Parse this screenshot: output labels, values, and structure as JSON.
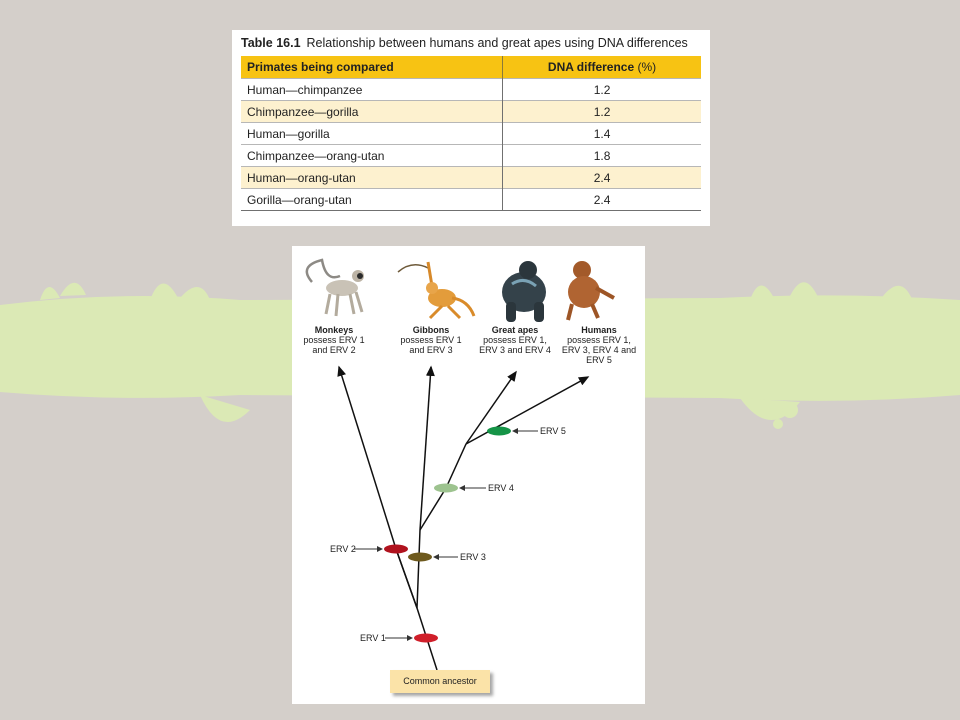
{
  "colors": {
    "slide_bg": "#d4cfca",
    "green_band": "#dbe9b5",
    "table_header": "#f7c313",
    "table_shade": "#fdf1cf",
    "ancestor_box": "#fbe3a8"
  },
  "table": {
    "number": "Table 16.1",
    "caption": "Relationship between humans and great apes using DNA differences",
    "header_col1": "Primates being compared",
    "header_col2": "DNA difference",
    "header_col2_unit": "(%)",
    "rows": [
      {
        "pair": "Human—chimpanzee",
        "value": "1.2",
        "shaded": false
      },
      {
        "pair": "Chimpanzee—gorilla",
        "value": "1.2",
        "shaded": true
      },
      {
        "pair": "Human—gorilla",
        "value": "1.4",
        "shaded": false
      },
      {
        "pair": "Chimpanzee—orang-utan",
        "value": "1.8",
        "shaded": false
      },
      {
        "pair": "Human—orang-utan",
        "value": "2.4",
        "shaded": true
      },
      {
        "pair": "Gorilla—orang-utan",
        "value": "2.4",
        "shaded": false
      }
    ]
  },
  "diagram": {
    "groups": [
      {
        "name": "Monkeys",
        "desc1": "possess ERV 1",
        "desc2": "and ERV 2",
        "desc3": ""
      },
      {
        "name": "Gibbons",
        "desc1": "possess ERV 1",
        "desc2": "and ERV 3",
        "desc3": ""
      },
      {
        "name": "Great apes",
        "desc1": "possess ERV 1,",
        "desc2": "ERV 3 and ERV 4",
        "desc3": ""
      },
      {
        "name": "Humans",
        "desc1": "possess ERV 1,",
        "desc2": "ERV 3, ERV 4 and",
        "desc3": "ERV 5"
      }
    ],
    "markers": [
      {
        "label": "ERV 1",
        "color": "#d01f2a"
      },
      {
        "label": "ERV 2",
        "color": "#b0121e"
      },
      {
        "label": "ERV 3",
        "color": "#6e5a1e"
      },
      {
        "label": "ERV 4",
        "color": "#9dc38f"
      },
      {
        "label": "ERV 5",
        "color": "#159447"
      }
    ],
    "ancestor": "Common ancestor"
  }
}
